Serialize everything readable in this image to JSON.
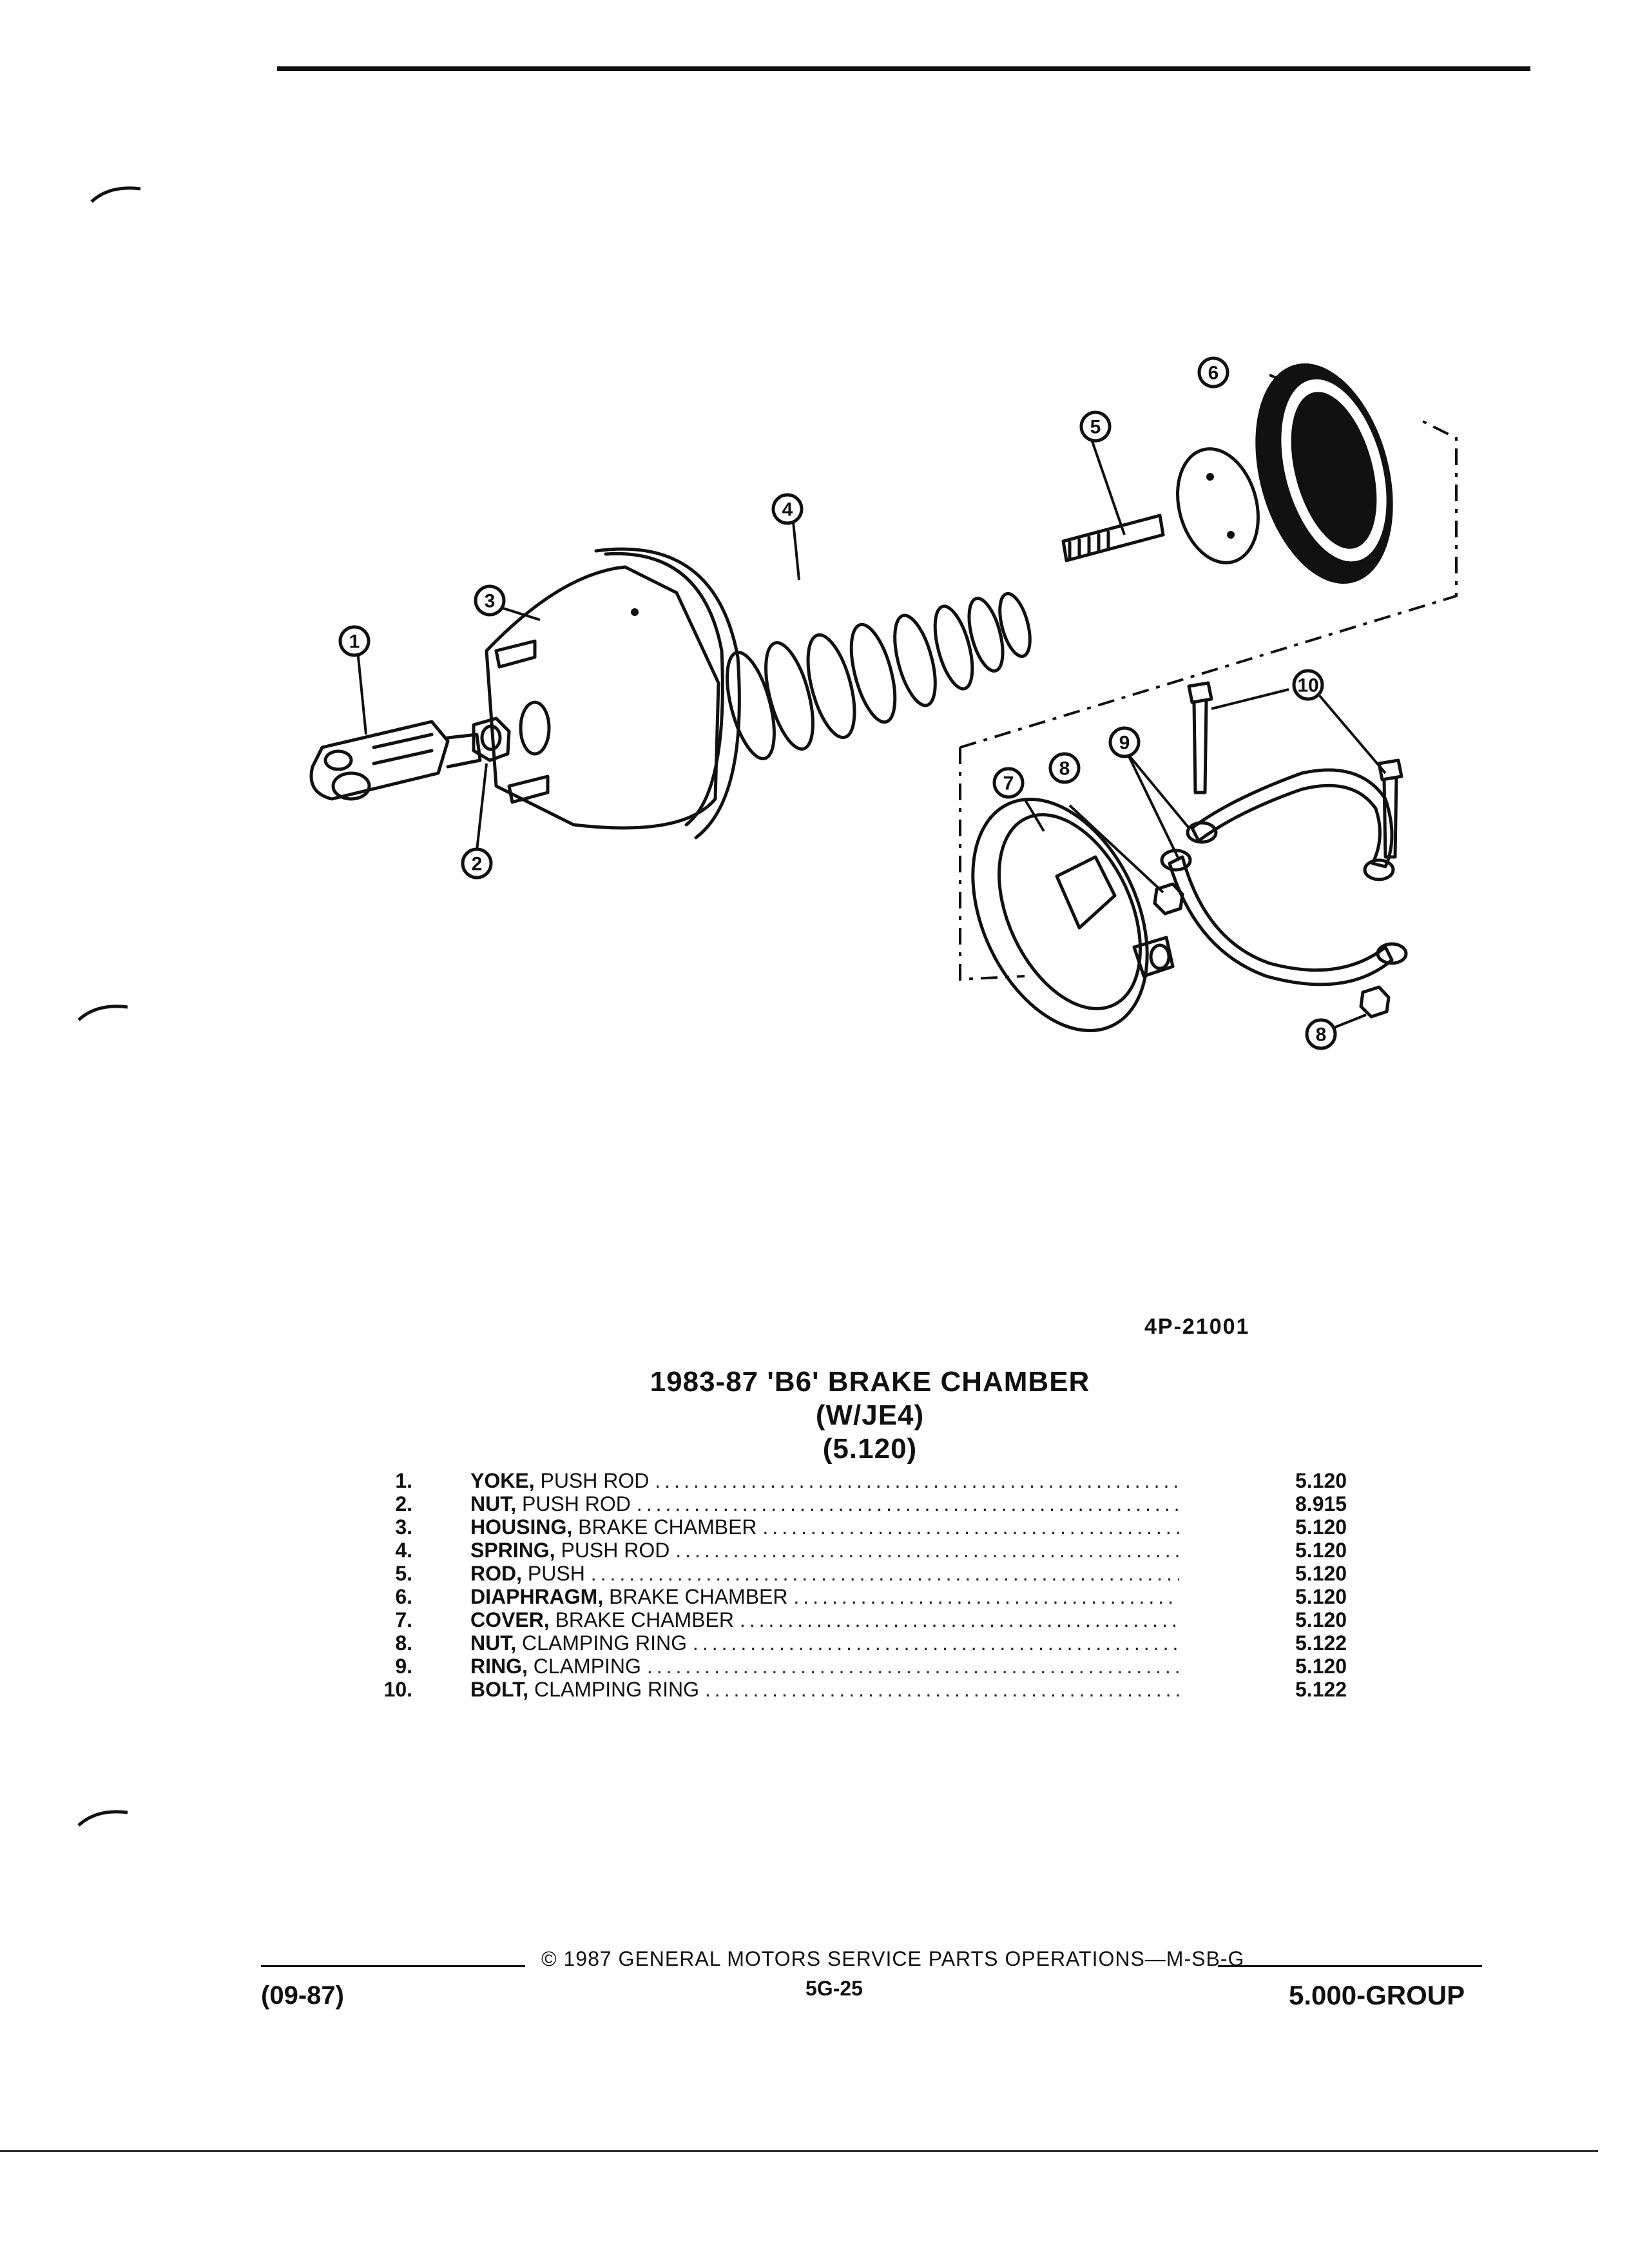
{
  "figure": {
    "id": "4P-21001"
  },
  "title": {
    "line1": "1983-87 'B6' BRAKE CHAMBER",
    "line2": "(W/JE4)",
    "line3": "(5.120)"
  },
  "parts": [
    {
      "num": "1.",
      "name": "YOKE,",
      "detail": " PUSH ROD",
      "ref": "5.120"
    },
    {
      "num": "2.",
      "name": "NUT,",
      "detail": " PUSH ROD",
      "ref": "8.915"
    },
    {
      "num": "3.",
      "name": "HOUSING,",
      "detail": " BRAKE CHAMBER",
      "ref": "5.120"
    },
    {
      "num": "4.",
      "name": "SPRING,",
      "detail": " PUSH ROD",
      "ref": "5.120"
    },
    {
      "num": "5.",
      "name": "ROD,",
      "detail": " PUSH",
      "ref": "5.120"
    },
    {
      "num": "6.",
      "name": "DIAPHRAGM,",
      "detail": " BRAKE CHAMBER",
      "ref": "5.120"
    },
    {
      "num": "7.",
      "name": "COVER,",
      "detail": " BRAKE CHAMBER",
      "ref": "5.120"
    },
    {
      "num": "8.",
      "name": "NUT,",
      "detail": " CLAMPING RING",
      "ref": "5.122"
    },
    {
      "num": "9.",
      "name": "RING,",
      "detail": " CLAMPING",
      "ref": "5.120"
    },
    {
      "num": "10.",
      "name": "BOLT,",
      "detail": " CLAMPING RING",
      "ref": "5.122"
    }
  ],
  "callouts": [
    "1",
    "2",
    "3",
    "4",
    "5",
    "6",
    "7",
    "8",
    "9",
    "10",
    "8"
  ],
  "footer": {
    "date_code": "(09-87)",
    "copyright": "© 1987  GENERAL MOTORS SERVICE PARTS OPERATIONS—M-SB-G",
    "page": "5G-25",
    "group": "5.000-GROUP"
  }
}
